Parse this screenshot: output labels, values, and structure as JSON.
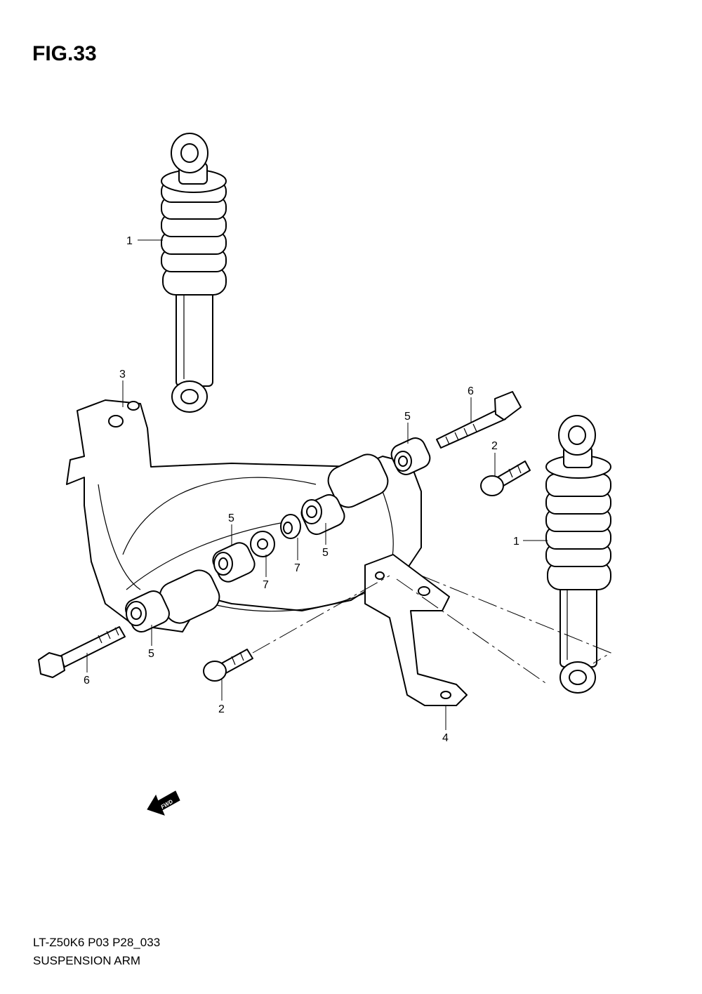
{
  "figure": {
    "title": "FIG.33"
  },
  "callouts": {
    "c1a": "1",
    "c1b": "1",
    "c2a": "2",
    "c2b": "2",
    "c3": "3",
    "c4": "4",
    "c5a": "5",
    "c5b": "5",
    "c5c": "5",
    "c5d": "5",
    "c6a": "6",
    "c6b": "6",
    "c7a": "7",
    "c7b": "7"
  },
  "fwd_label": "FWD",
  "footer": {
    "code": "LT-Z50K6 P03 P28_033",
    "caption": "SUSPENSION ARM"
  }
}
